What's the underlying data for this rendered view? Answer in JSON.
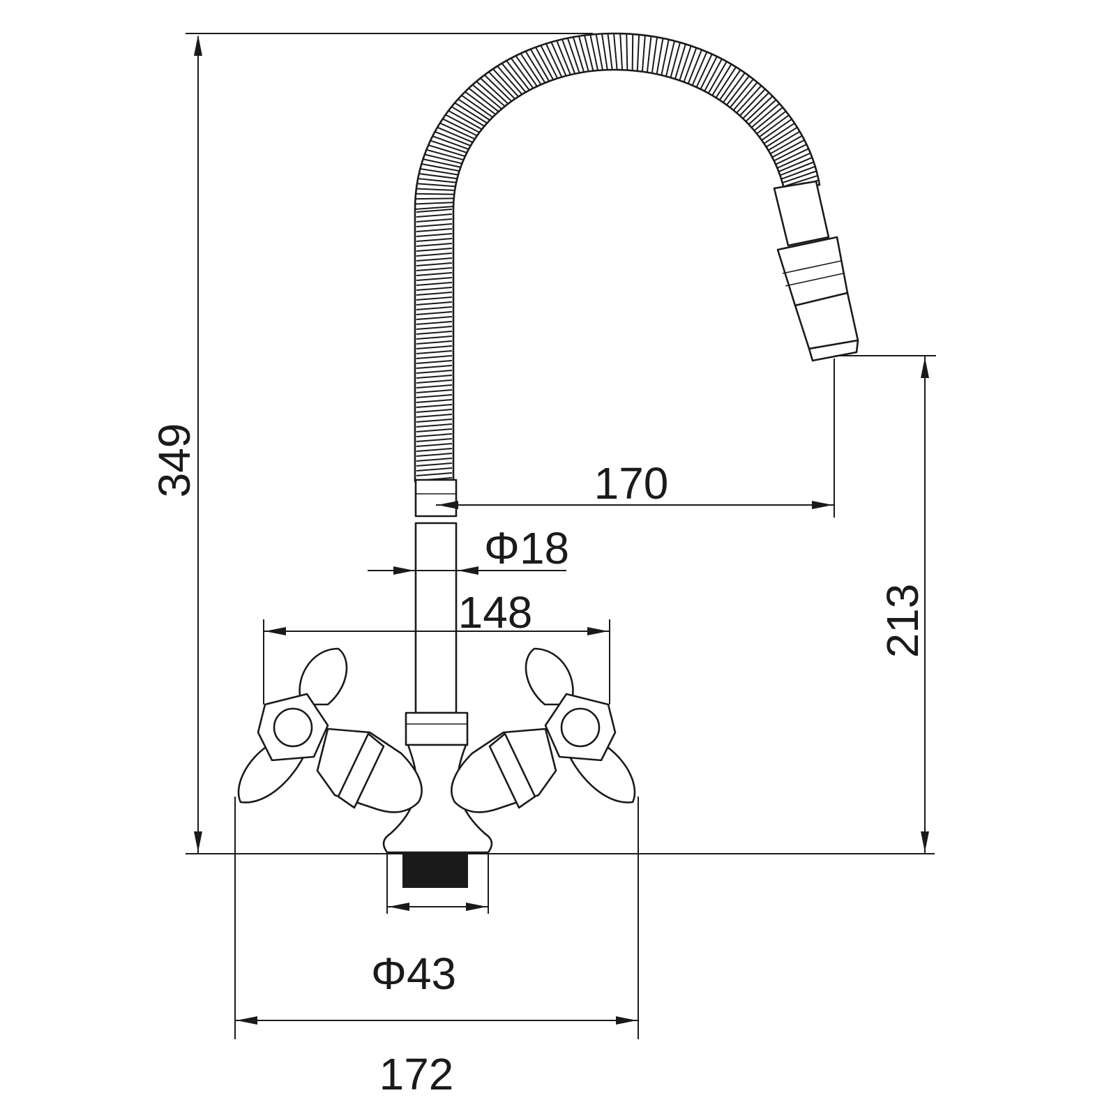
{
  "dimensions": {
    "total_height": "349",
    "spout_reach": "170",
    "spout_outlet_height": "213",
    "pipe_diameter": "Φ18",
    "handle_centers": "148",
    "base_diameter": "Φ43",
    "overall_width": "172"
  },
  "colors": {
    "line": "#1a1a1a",
    "background": "#ffffff"
  }
}
